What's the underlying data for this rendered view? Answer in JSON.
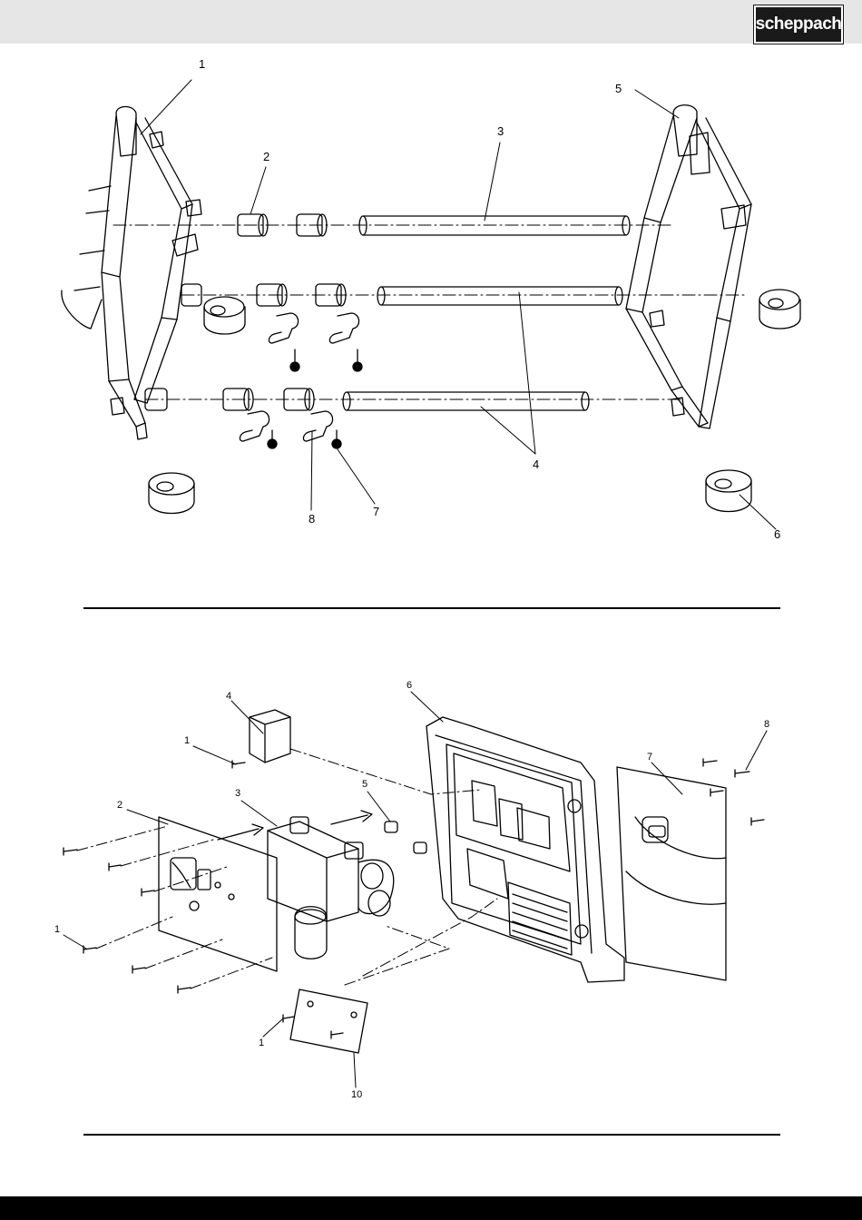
{
  "header": {
    "brand": "scheppach",
    "background": "#e6e6e6",
    "logo_color": "#1a1a1a"
  },
  "figure_top": {
    "callouts": [
      "1",
      "2",
      "3",
      "4",
      "5",
      "6",
      "7",
      "8"
    ]
  },
  "figure_bottom": {
    "callouts": [
      "1",
      "1",
      "1",
      "2",
      "3",
      "4",
      "5",
      "6",
      "7",
      "8",
      "10"
    ]
  },
  "footer": {
    "bar_color": "#000000"
  }
}
